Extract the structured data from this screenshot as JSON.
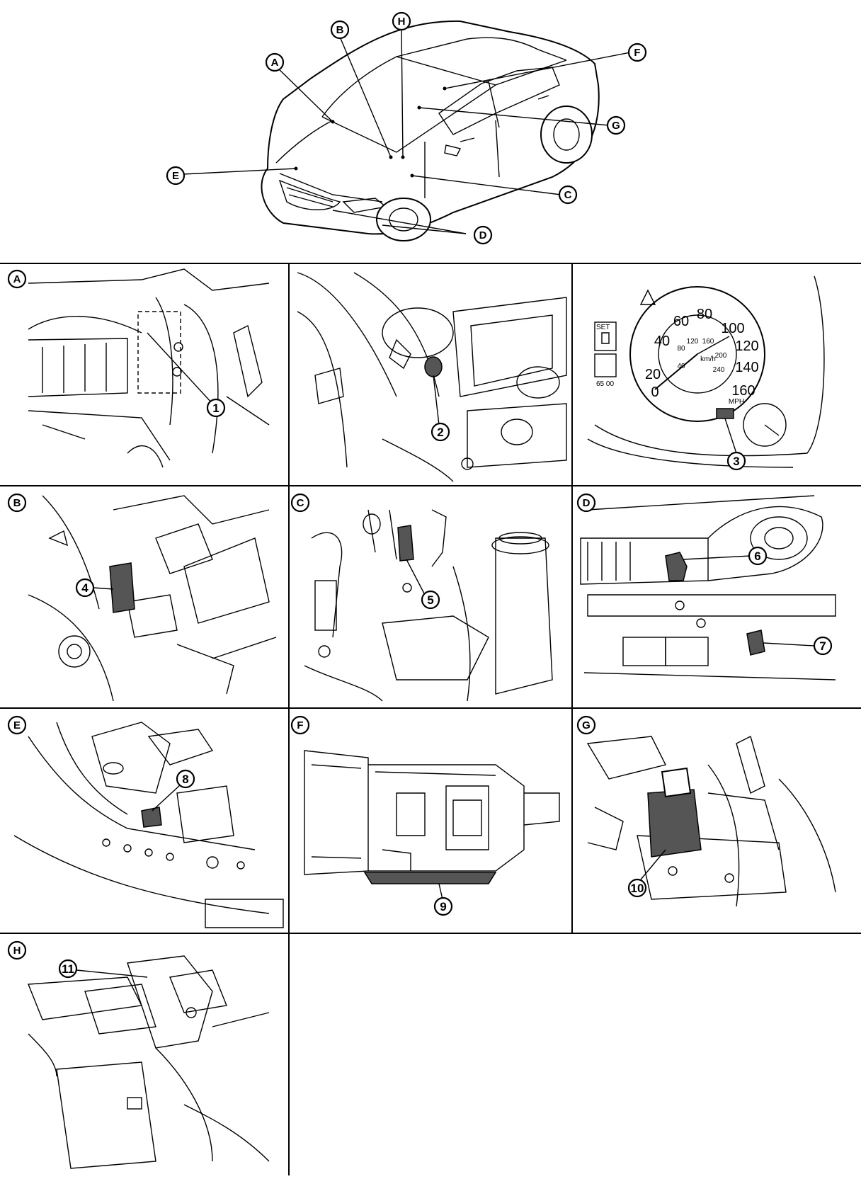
{
  "overview": {
    "labels": [
      "A",
      "B",
      "H",
      "F",
      "G",
      "E",
      "C",
      "D"
    ]
  },
  "panels": [
    {
      "letter": "A",
      "callouts": [
        "1"
      ]
    },
    {
      "letter": "",
      "callouts": [
        "2"
      ]
    },
    {
      "letter": "",
      "callouts": [
        "3"
      ],
      "gauge": {
        "speed_ticks": [
          "20",
          "40",
          "60",
          "80",
          "100",
          "120",
          "140",
          "160"
        ],
        "kmh_ticks": [
          "40",
          "80",
          "120",
          "160",
          "200",
          "240"
        ],
        "unit_mph": "MPH",
        "unit_kmh": "km/h",
        "start": "0",
        "set_label": "SET",
        "odo": "65\n00"
      }
    },
    {
      "letter": "B",
      "callouts": [
        "4"
      ]
    },
    {
      "letter": "C",
      "callouts": [
        "5"
      ]
    },
    {
      "letter": "D",
      "callouts": [
        "6",
        "7"
      ]
    },
    {
      "letter": "E",
      "callouts": [
        "8"
      ]
    },
    {
      "letter": "F",
      "callouts": [
        "9"
      ]
    },
    {
      "letter": "G",
      "callouts": [
        "10"
      ]
    },
    {
      "letter": "H",
      "callouts": [
        "11"
      ]
    }
  ]
}
